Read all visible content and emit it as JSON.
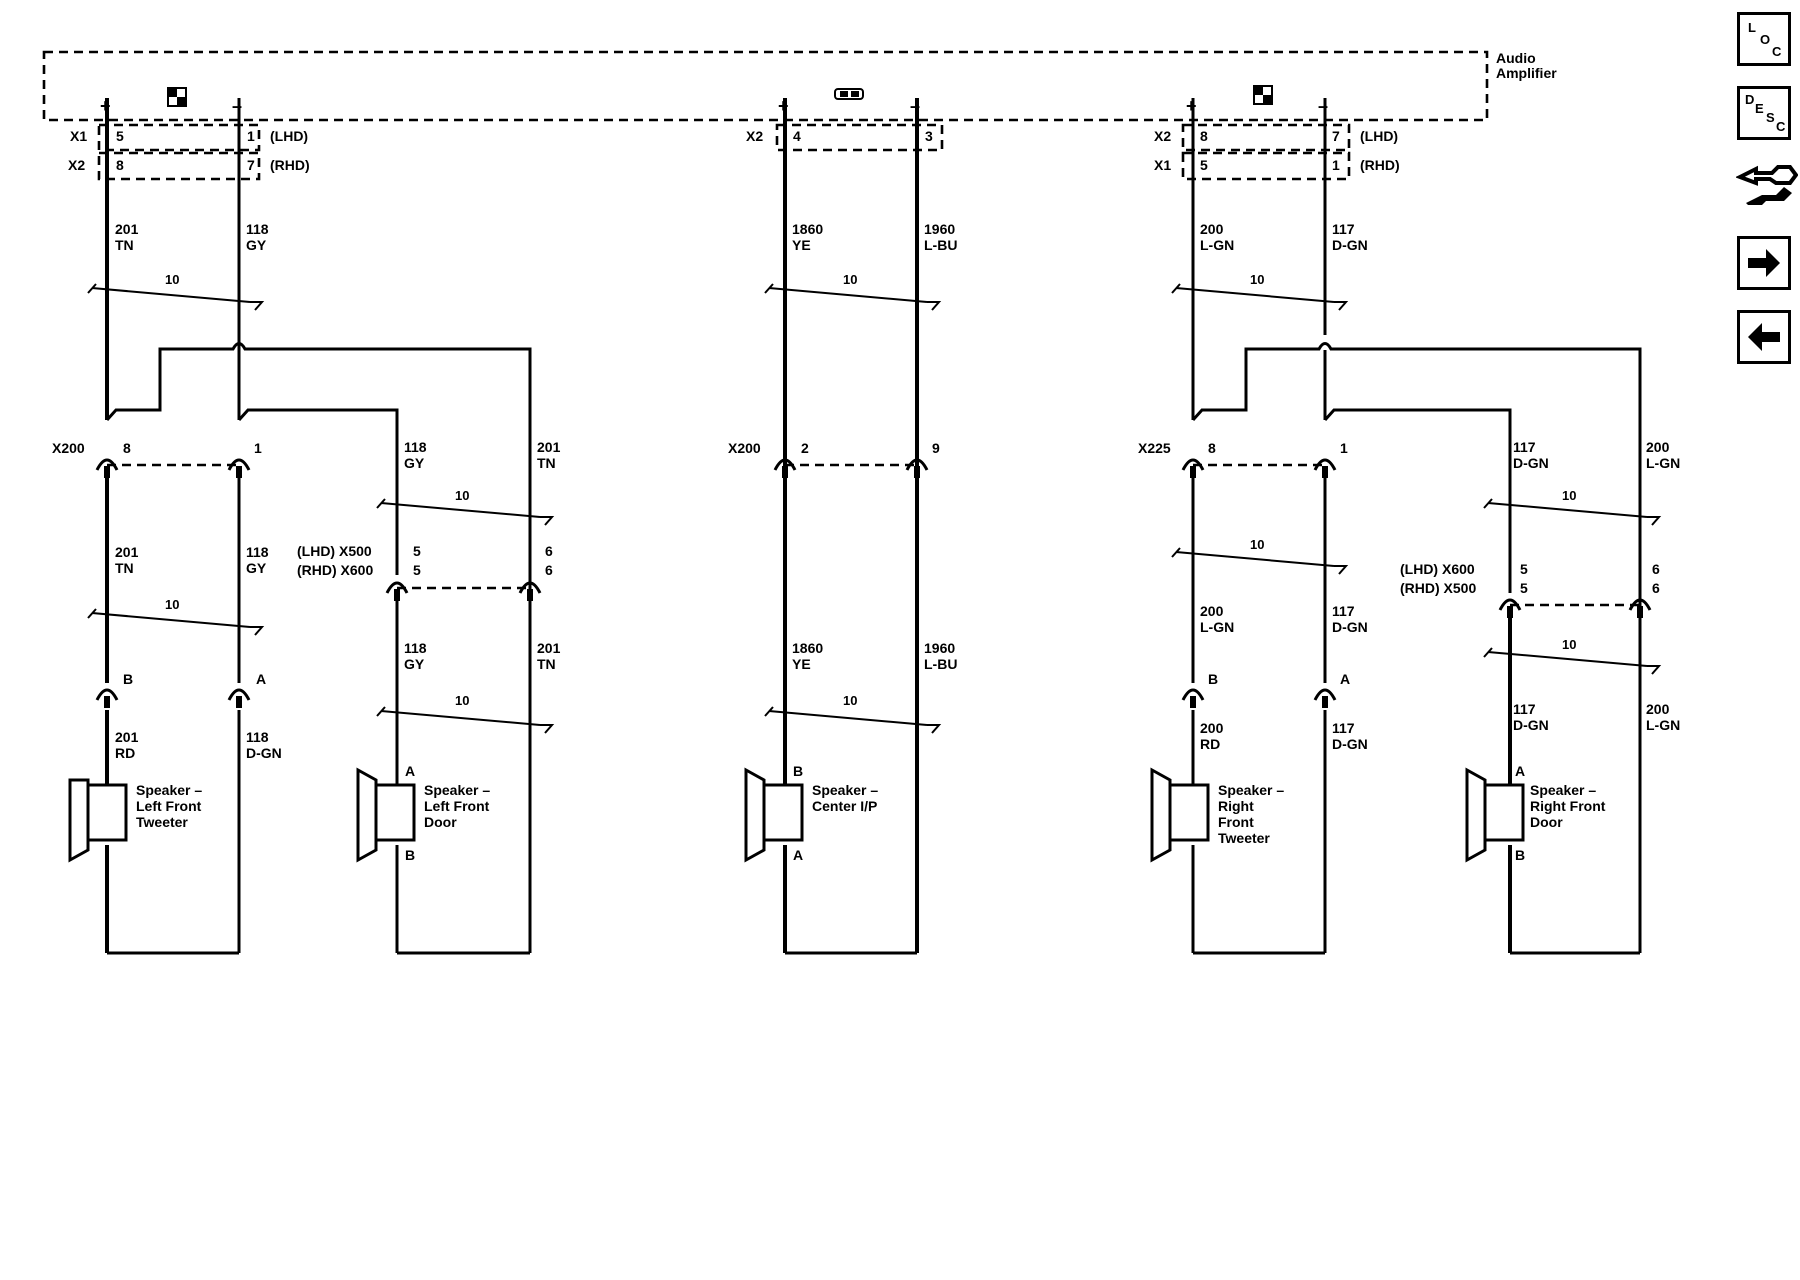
{
  "component": {
    "name_line1": "Audio",
    "name_line2": "Amplifier"
  },
  "polarity": {
    "plus": "+",
    "minus": "–"
  },
  "connectors": {
    "c1": {
      "r1_label": "X1",
      "r1_plus": "5",
      "r1_minus": "1",
      "r1_note": "(LHD)",
      "r2_label": "X2",
      "r2_plus": "8",
      "r2_minus": "7",
      "r2_note": "(RHD)"
    },
    "c2": {
      "label": "X2",
      "plus": "4",
      "minus": "3"
    },
    "c3": {
      "r1_label": "X2",
      "r1_plus": "8",
      "r1_minus": "7",
      "r1_note": "(LHD)",
      "r2_label": "X1",
      "r2_plus": "5",
      "r2_minus": "1",
      "r2_note": "(RHD)"
    }
  },
  "harness_size": "10",
  "wires": {
    "a_plus": {
      "circuit": "201",
      "color": "TN"
    },
    "a_minus": {
      "circuit": "118",
      "color": "GY"
    },
    "b_plus": {
      "circuit": "1860",
      "color": "YE"
    },
    "b_minus": {
      "circuit": "1960",
      "color": "L-BU"
    },
    "c_plus": {
      "circuit": "200",
      "color": "L-GN"
    },
    "c_minus": {
      "circuit": "117",
      "color": "D-GN"
    }
  },
  "inline_connectors": {
    "left": {
      "label": "X200",
      "pin_plus": "8",
      "pin_minus": "1"
    },
    "center": {
      "label": "X200",
      "pin_plus": "2",
      "pin_minus": "9"
    },
    "right": {
      "label": "X225",
      "pin_plus": "8",
      "pin_minus": "1"
    },
    "left_door": {
      "line1": "(LHD) X500",
      "line2": "(RHD) X600",
      "pin1": "5",
      "pin1b": "5",
      "pin2": "6",
      "pin2b": "6"
    },
    "right_door": {
      "line1": "(LHD) X600",
      "line2": "(RHD) X500",
      "pin1": "5",
      "pin1b": "5",
      "pin2": "6",
      "pin2b": "6"
    }
  },
  "speaker_pins": {
    "a": "A",
    "b": "B"
  },
  "tweeter_wires": {
    "left_plus": {
      "circuit": "201",
      "color": "RD"
    },
    "left_minus": {
      "circuit": "118",
      "color": "D-GN"
    },
    "right_plus": {
      "circuit": "200",
      "color": "RD"
    },
    "right_minus": {
      "circuit": "117",
      "color": "D-GN"
    }
  },
  "speakers": {
    "left_tweeter": [
      "Speaker –",
      "Left Front",
      "Tweeter"
    ],
    "left_door": [
      "Speaker –",
      "Left Front",
      "Door"
    ],
    "center": [
      "Speaker –",
      "Center I/P"
    ],
    "right_tweeter": [
      "Speaker –",
      "Right",
      "Front",
      "Tweeter"
    ],
    "right_door": [
      "Speaker –",
      "Right Front",
      "Door"
    ]
  },
  "nav": {
    "loc": [
      "L",
      "O",
      "C"
    ],
    "desc": [
      "D",
      "E",
      "S",
      "C"
    ],
    "icons": [
      "connector-icon",
      "next-arrow-icon",
      "previous-arrow-icon"
    ]
  }
}
